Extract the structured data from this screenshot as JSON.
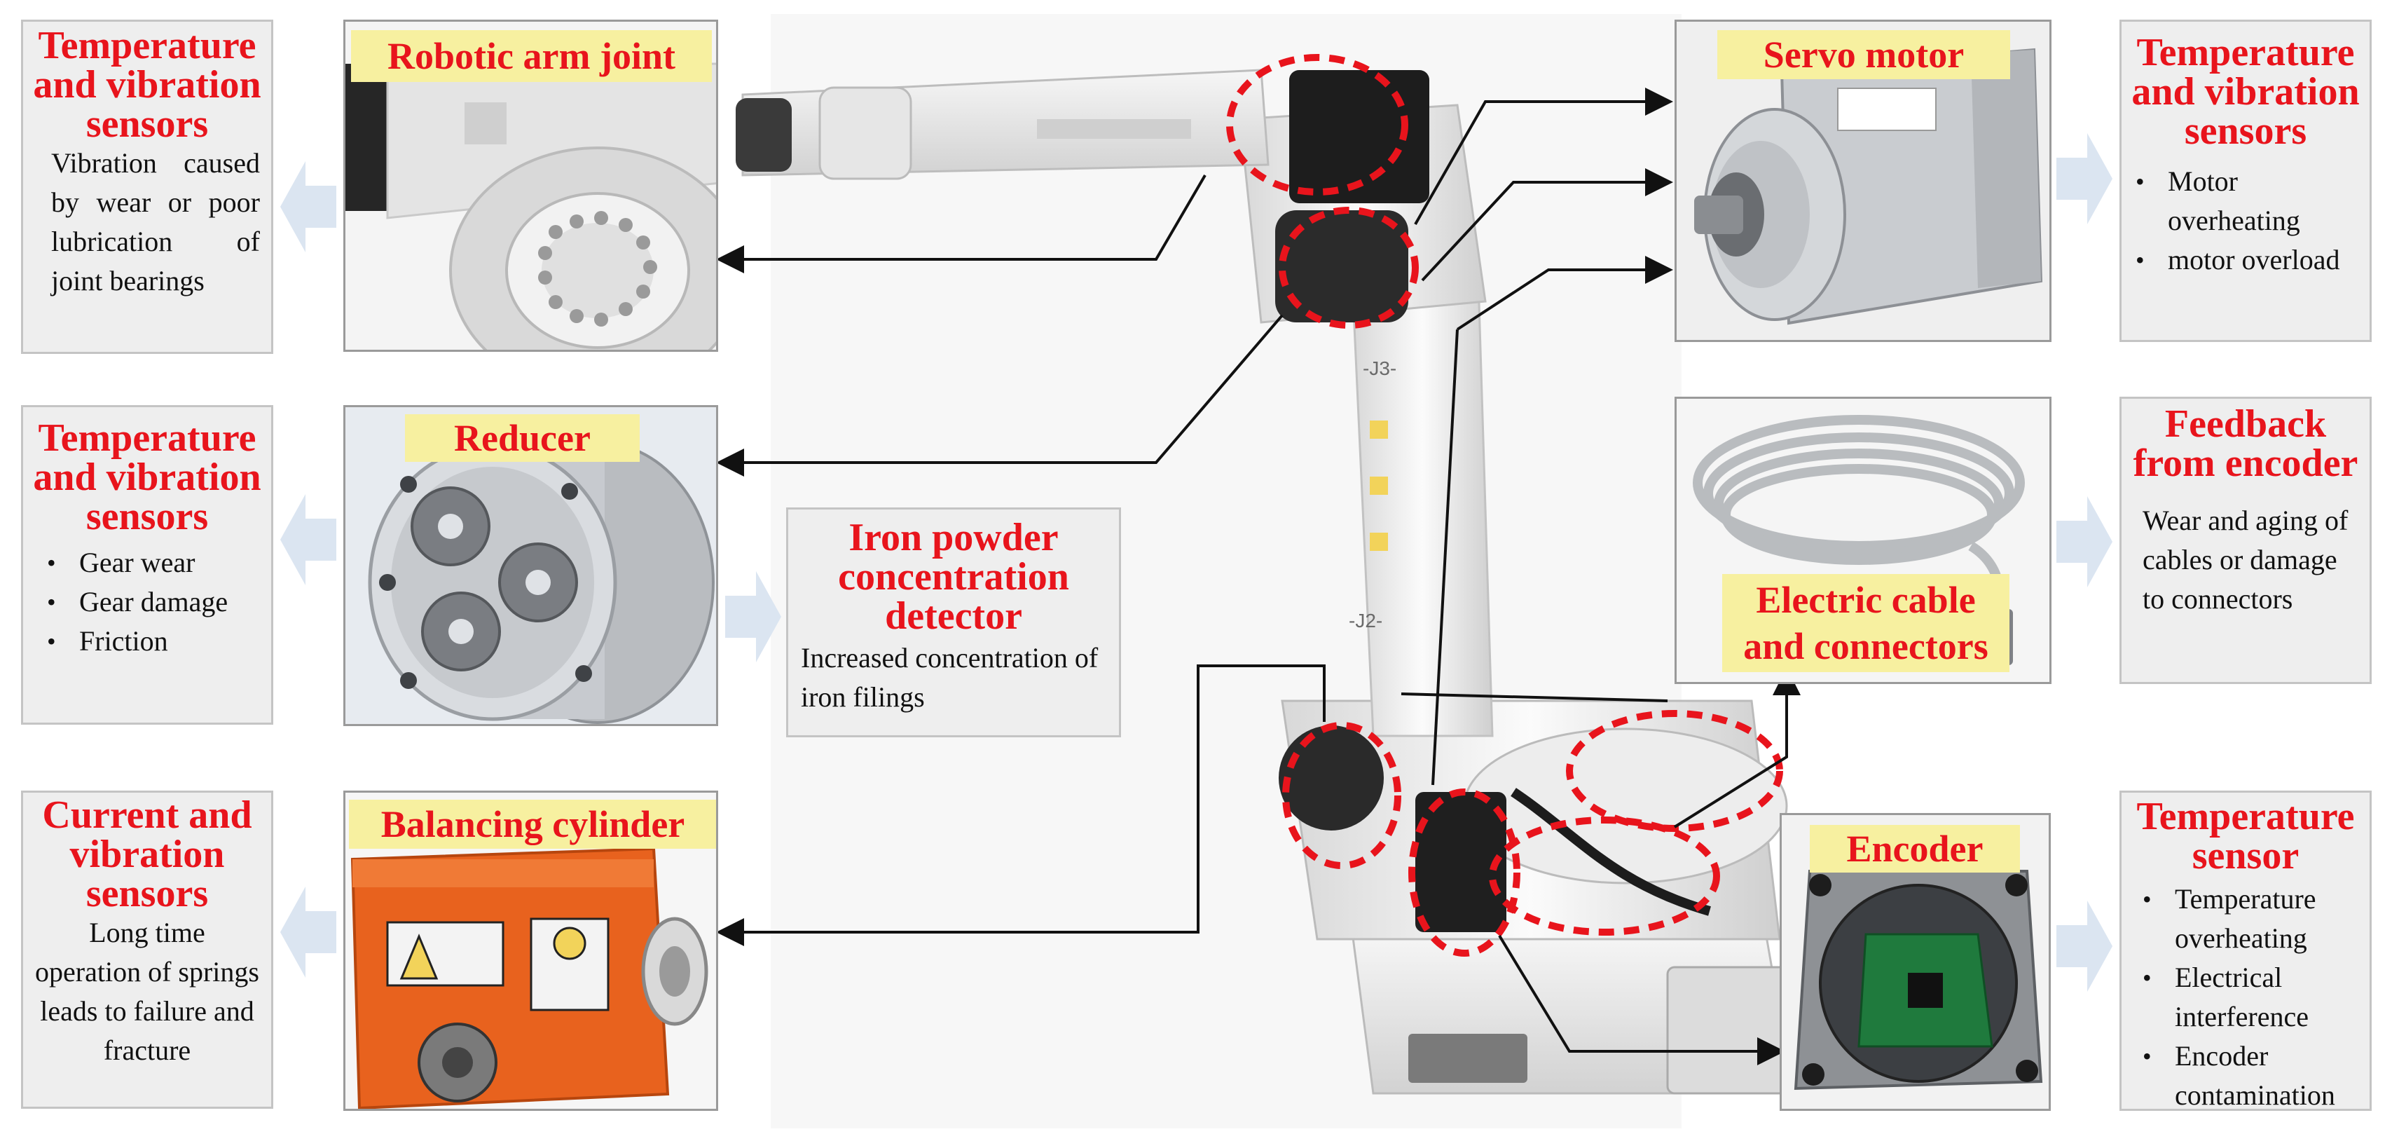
{
  "components": {
    "robotic_arm_joint": "Robotic arm joint",
    "reducer": "Reducer",
    "balancing_cylinder": "Balancing cylinder",
    "servo_motor": "Servo motor",
    "electric_cable": "Electric cable and connectors",
    "encoder": "Encoder"
  },
  "iron_powder": {
    "title": "Iron powder concentration detector",
    "body": "Increased concentration of iron filings"
  },
  "sensors": {
    "arm_joint": {
      "title": "Temperature and vibration sensors",
      "body": "Vibration caused by wear or poor lubrication of joint bearings"
    },
    "reducer": {
      "title": "Temperature and vibration sensors",
      "items": [
        "Gear wear",
        "Gear damage",
        "Friction"
      ]
    },
    "balancing": {
      "title": "Current and vibration sensors",
      "body": "Long time operation of springs leads to failure and fracture"
    },
    "servo": {
      "title": "Temperature and vibration sensors",
      "items": [
        "Motor overheating",
        "motor overload"
      ]
    },
    "cable": {
      "title": "Feedback from encoder",
      "body": "Wear and aging of cables or damage to connectors"
    },
    "encoder": {
      "title": "Temperature sensor",
      "items": [
        "Temperature overheating",
        "Electrical interference",
        "Encoder contamination"
      ]
    }
  },
  "robot_labels": {
    "j3": "-J3-",
    "j2": "-J2-"
  },
  "colors": {
    "highlight_red": "#e8141c",
    "tag_yellow": "#f7f0a0",
    "panel_gray": "#eeeeee",
    "fat_arrow": "#dbe5f1",
    "balancing_orange": "#e8621e"
  }
}
